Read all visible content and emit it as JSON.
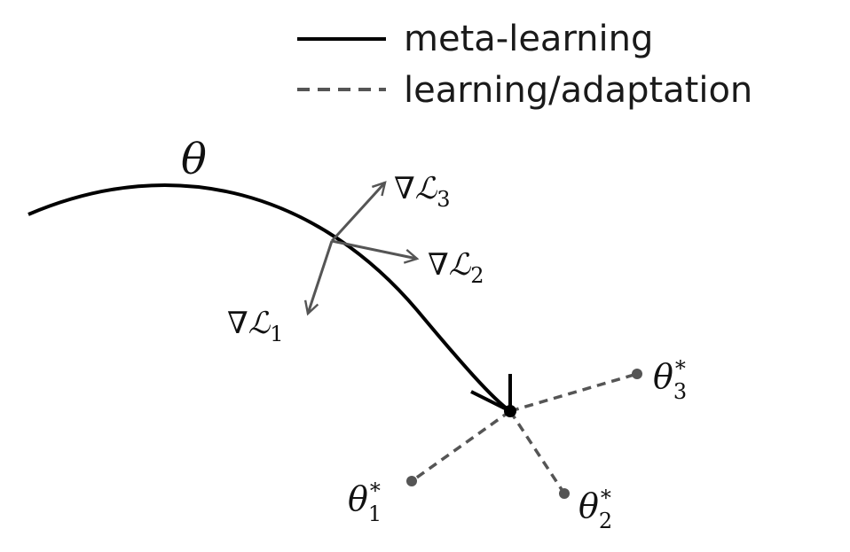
{
  "legend": {
    "solid_label": "meta-learning",
    "dashed_label": "learning/adaptation"
  },
  "labels": {
    "theta": "θ",
    "grad_symbol": "∇",
    "loss_symbol": "ℒ",
    "grad_1_sub": "1",
    "grad_2_sub": "2",
    "grad_3_sub": "3",
    "theta_star_1_base": "θ",
    "theta_star_1_sup": "*",
    "theta_star_1_sub": "1",
    "theta_star_2_base": "θ",
    "theta_star_2_sup": "*",
    "theta_star_2_sub": "2",
    "theta_star_3_base": "θ",
    "theta_star_3_sup": "*",
    "theta_star_3_sub": "3"
  },
  "colors": {
    "meta_path": "#000000",
    "gradient_arrows": "#555555",
    "adaptation_lines": "#555555",
    "nodes": "#555555"
  }
}
